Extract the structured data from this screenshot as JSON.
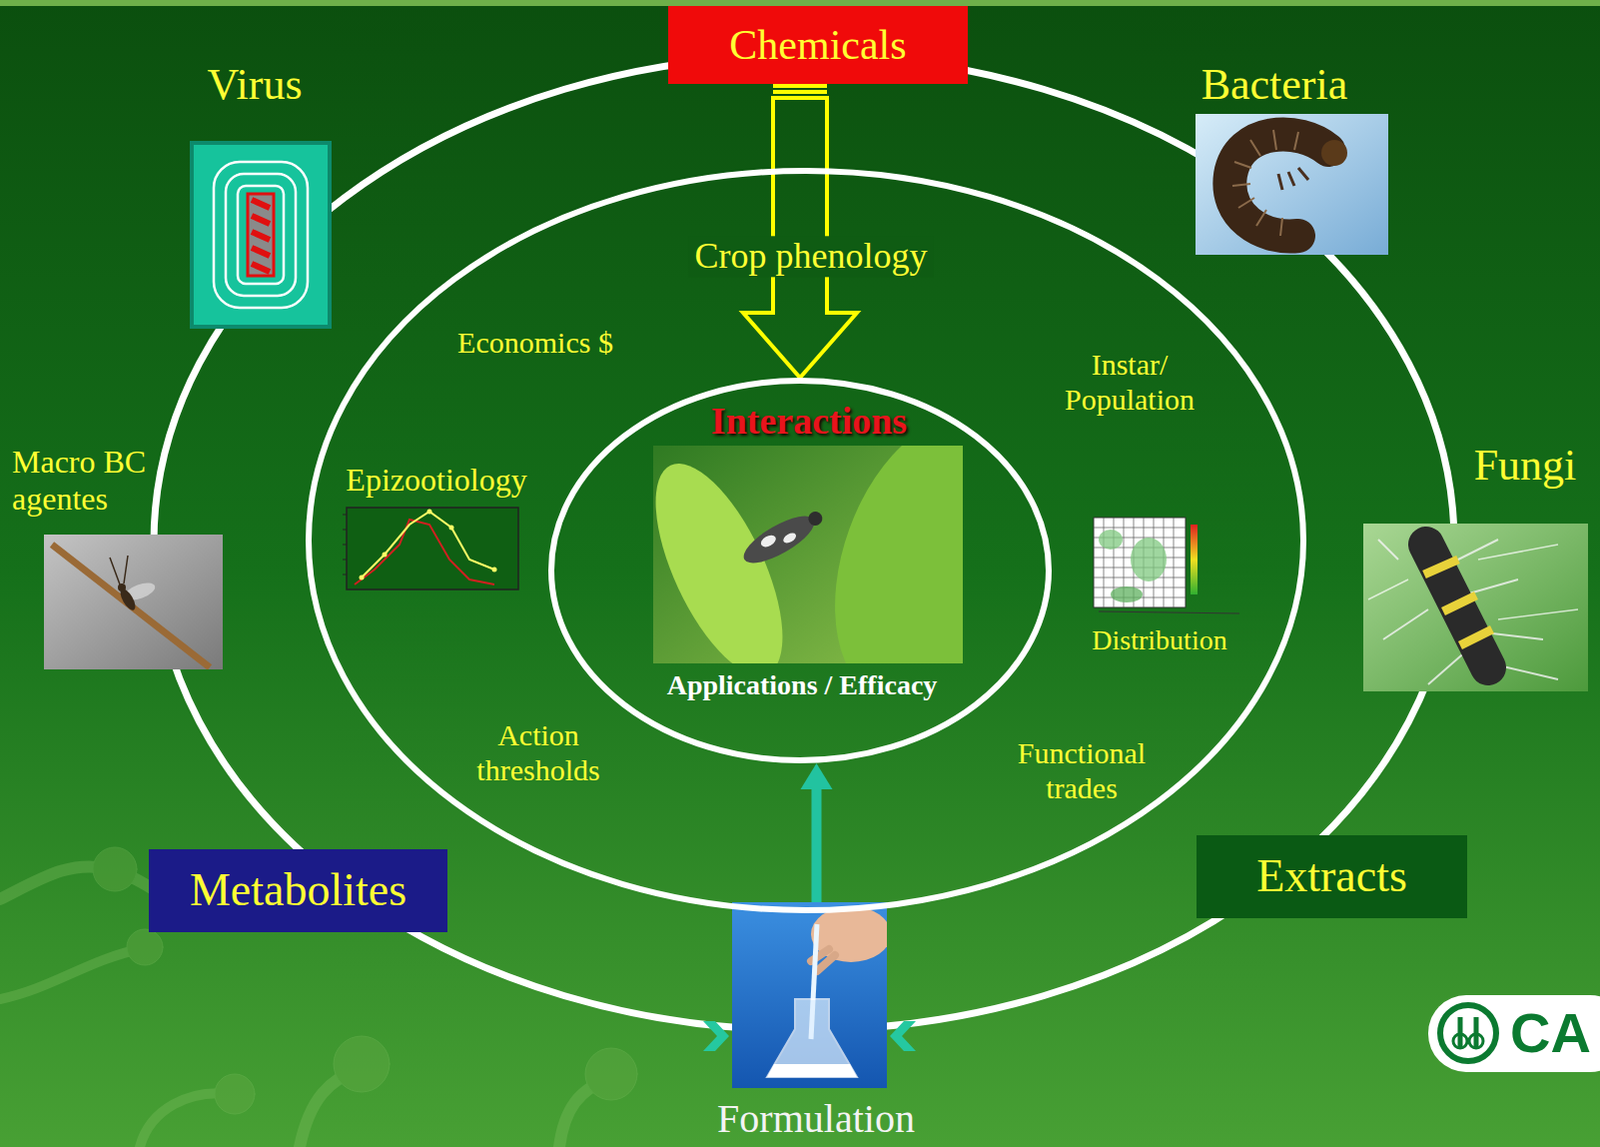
{
  "diagram": {
    "nodes": [
      {
        "text": [
          "Chemicals"
        ]
      },
      {
        "text": [
          "Crop phenology",
          "Economics $",
          "Instar/ Population",
          "Epizootiology",
          "Distribution",
          "Action thresholds",
          "Functional trades"
        ]
      },
      {
        "text": [
          "Interactions",
          "Applications / Efficacy"
        ],
        "in": 1
      },
      {
        "text": [
          "Metabolites"
        ]
      },
      {
        "text": [
          "Extracts"
        ]
      },
      {
        "text": [
          "Formulation"
        ]
      }
    ],
    "edges": [
      {
        "from": 0,
        "to": 2,
        "arrow": "to"
      },
      {
        "from": 5,
        "to": 2,
        "arrow": "to"
      }
    ],
    "labels": [
      "Virus",
      "Bacteria",
      "Macro BC agentes",
      "Fungi",
      "CA"
    ]
  }
}
